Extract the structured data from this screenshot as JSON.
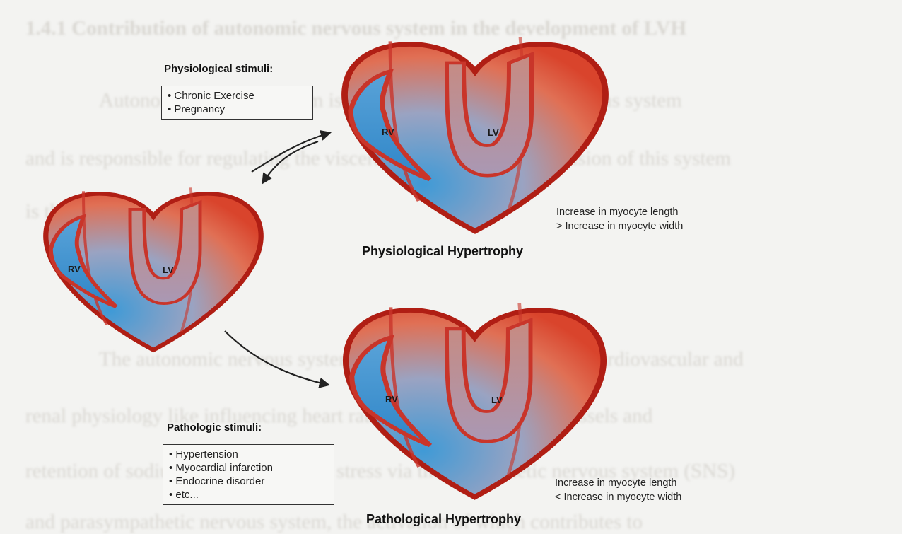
{
  "background_page": {
    "heading": "1.4.1   Contribution of autonomic nervous system in the development of LVH",
    "lines": [
      "Autonomic nervous system is the peripheral part of the nervous system",
      "and is responsible for regulating the visceral functions. Central division of this system",
      "is the",
      "The autonomic nervous system is an important regulator of cardiovascular and",
      "renal physiology like influencing heart rate, contractility, tone of vessels and",
      "retention of sodium. The body senses stress via the sympathetic nervous system (SNS)",
      "and parasympathetic nervous system, the activation of which contributes to"
    ]
  },
  "physiological": {
    "stimuli_title": "Physiological stimuli:",
    "stimuli": [
      "Chronic Exercise",
      "Pregnancy"
    ],
    "caption": "Physiological Hypertrophy",
    "notes": [
      "Increase in myocyte length",
      "> Increase in myocyte width"
    ]
  },
  "pathological": {
    "stimuli_title": "Pathologic stimuli:",
    "stimuli": [
      "Hypertension",
      "Myocardial infarction",
      "Endocrine disorder",
      "etc..."
    ],
    "caption": "Pathological Hypertrophy",
    "notes": [
      "Increase in myocyte length",
      "< Increase in myocyte width"
    ]
  },
  "ventricle_labels": {
    "right": "RV",
    "left": "LV"
  },
  "colors": {
    "myocardium_red": "#d9442c",
    "chamber_blue": "#3f9ad6",
    "lv_mauve": "#b88a8c",
    "outline": "#b01e14"
  }
}
